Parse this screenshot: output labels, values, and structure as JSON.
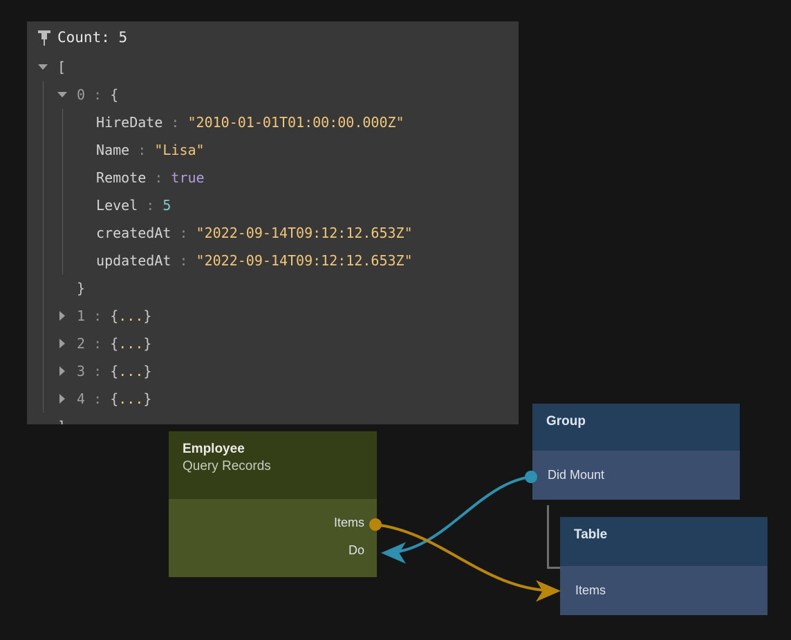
{
  "background_color": "#151515",
  "inspector": {
    "pin_icon": "pin-icon",
    "header_label": "Count: 5",
    "count": 5,
    "panel_color": "#383838",
    "rows": [
      {
        "depth": 0,
        "toggle": "open",
        "text": "["
      },
      {
        "depth": 1,
        "toggle": "open",
        "index": "0",
        "colon": ":",
        "text": "{"
      },
      {
        "depth": 2,
        "toggle": "none",
        "key": "HireDate",
        "colon": ":",
        "value": "\"2010-01-01T01:00:00.000Z\"",
        "kind": "string"
      },
      {
        "depth": 2,
        "toggle": "none",
        "key": "Name",
        "colon": ":",
        "value": "\"Lisa\"",
        "kind": "string"
      },
      {
        "depth": 2,
        "toggle": "none",
        "key": "Remote",
        "colon": ":",
        "value": "true",
        "kind": "boolean"
      },
      {
        "depth": 2,
        "toggle": "none",
        "key": "Level",
        "colon": ":",
        "value": "5",
        "kind": "number"
      },
      {
        "depth": 2,
        "toggle": "none",
        "key": "createdAt",
        "colon": ":",
        "value": "\"2022-09-14T09:12:12.653Z\"",
        "kind": "string"
      },
      {
        "depth": 2,
        "toggle": "none",
        "key": "updatedAt",
        "colon": ":",
        "value": "\"2022-09-14T09:12:12.653Z\"",
        "kind": "string"
      },
      {
        "depth": 1,
        "toggle": "none",
        "text": "}"
      },
      {
        "depth": 1,
        "toggle": "closed",
        "index": "1",
        "colon": ":",
        "text": "{...}",
        "collapsed": true
      },
      {
        "depth": 1,
        "toggle": "closed",
        "index": "2",
        "colon": ":",
        "text": "{...}",
        "collapsed": true
      },
      {
        "depth": 1,
        "toggle": "closed",
        "index": "3",
        "colon": ":",
        "text": "{...}",
        "collapsed": true
      },
      {
        "depth": 1,
        "toggle": "closed",
        "index": "4",
        "colon": ":",
        "text": "{...}",
        "collapsed": true
      },
      {
        "depth": 0,
        "toggle": "none",
        "text": "]"
      }
    ],
    "colors": {
      "string": "#f2c77a",
      "boolean": "#b39ddb",
      "number": "#80cbc4",
      "key": "#d4d4d4",
      "index": "#9e9e9e",
      "punctuation": "#c8c8c8"
    }
  },
  "nodes": {
    "employee": {
      "title": "Employee",
      "subtitle": "Query Records",
      "header_color": "#343f18",
      "body_color": "#4a5526",
      "ports": [
        {
          "label": "Items",
          "direction": "out",
          "color": "#b8860b"
        },
        {
          "label": "Do",
          "direction": "in",
          "color": "#2f8fae"
        }
      ]
    },
    "group": {
      "title": "Group",
      "header_color": "#243f5c",
      "body_color": "#3b4e6e",
      "ports": [
        {
          "label": "Did Mount",
          "direction": "out",
          "color": "#2f8fae"
        }
      ]
    },
    "table": {
      "title": "Table",
      "header_color": "#243f5c",
      "body_color": "#3b4e6e",
      "ports": [
        {
          "label": "Items",
          "direction": "in",
          "color": "#b8860b"
        }
      ]
    }
  },
  "connections": [
    {
      "name": "did-mount-to-do",
      "from": "group.Did Mount",
      "to": "employee.Do",
      "color": "#2f8fae"
    },
    {
      "name": "items-to-items",
      "from": "employee.Items",
      "to": "table.Items",
      "color": "#b8860b"
    }
  ]
}
